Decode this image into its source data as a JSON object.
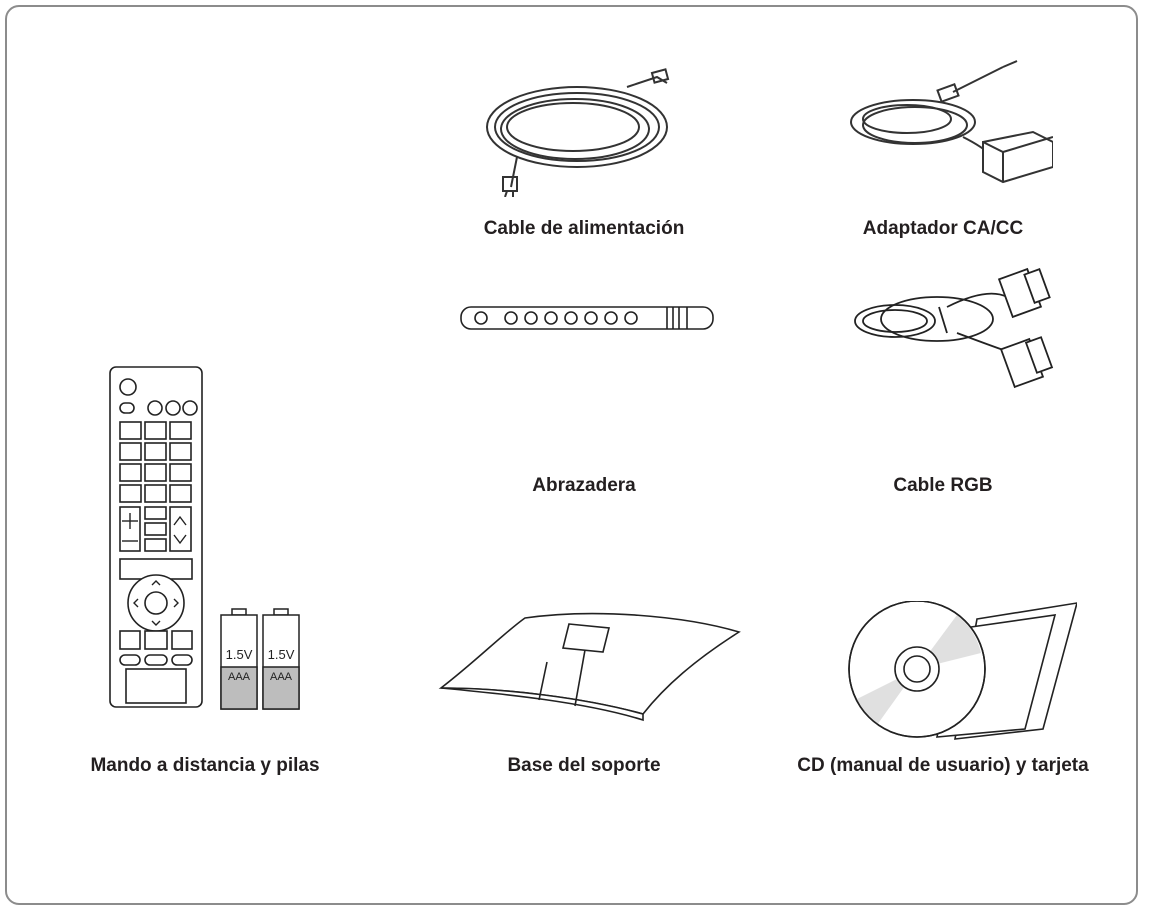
{
  "items": [
    {
      "name": "Cable de alimentación",
      "icon": "power-cord-icon"
    },
    {
      "name": "Adaptador CA/CC",
      "icon": "ac-dc-adapter-icon"
    },
    {
      "name": "Mando a distancia y pilas",
      "icon": "remote-control-icon",
      "batteries": [
        {
          "voltage": "1.5V",
          "type": "AAA"
        },
        {
          "voltage": "1.5V",
          "type": "AAA"
        }
      ]
    },
    {
      "name": "Abrazadera",
      "icon": "cable-clamp-icon"
    },
    {
      "name": "Cable RGB",
      "icon": "rgb-cable-icon"
    },
    {
      "name": "Base del soporte",
      "icon": "stand-base-icon"
    },
    {
      "name": "CD (manual de usuario) y tarjeta",
      "icon": "cd-card-icon"
    }
  ]
}
